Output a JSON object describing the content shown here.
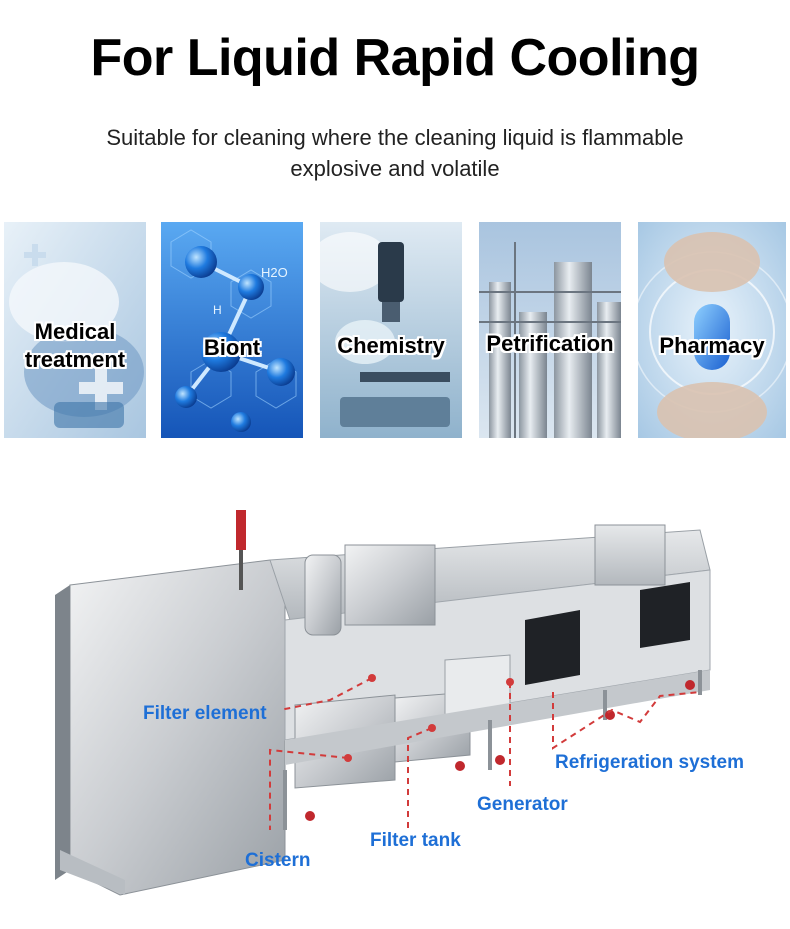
{
  "header": {
    "title": "For Liquid Rapid Cooling",
    "subtitle": "Suitable for cleaning where the cleaning liquid is flammable explosive and volatile"
  },
  "applications": [
    {
      "label": "Medical treatment"
    },
    {
      "label": "Biont"
    },
    {
      "label": "Chemistry"
    },
    {
      "label": "Petrification"
    },
    {
      "label": "Pharmacy"
    }
  ],
  "biont_marks": {
    "h2o": "H2O",
    "h": "H"
  },
  "machine_callouts": {
    "filter_element": "Filter element",
    "refrigeration_system": "Refrigeration system",
    "generator": "Generator",
    "filter_tank": "Filter tank",
    "cistern": "Cistern"
  },
  "colors": {
    "callout_text": "#1e6fd6",
    "callout_line": "#d23b3b"
  }
}
